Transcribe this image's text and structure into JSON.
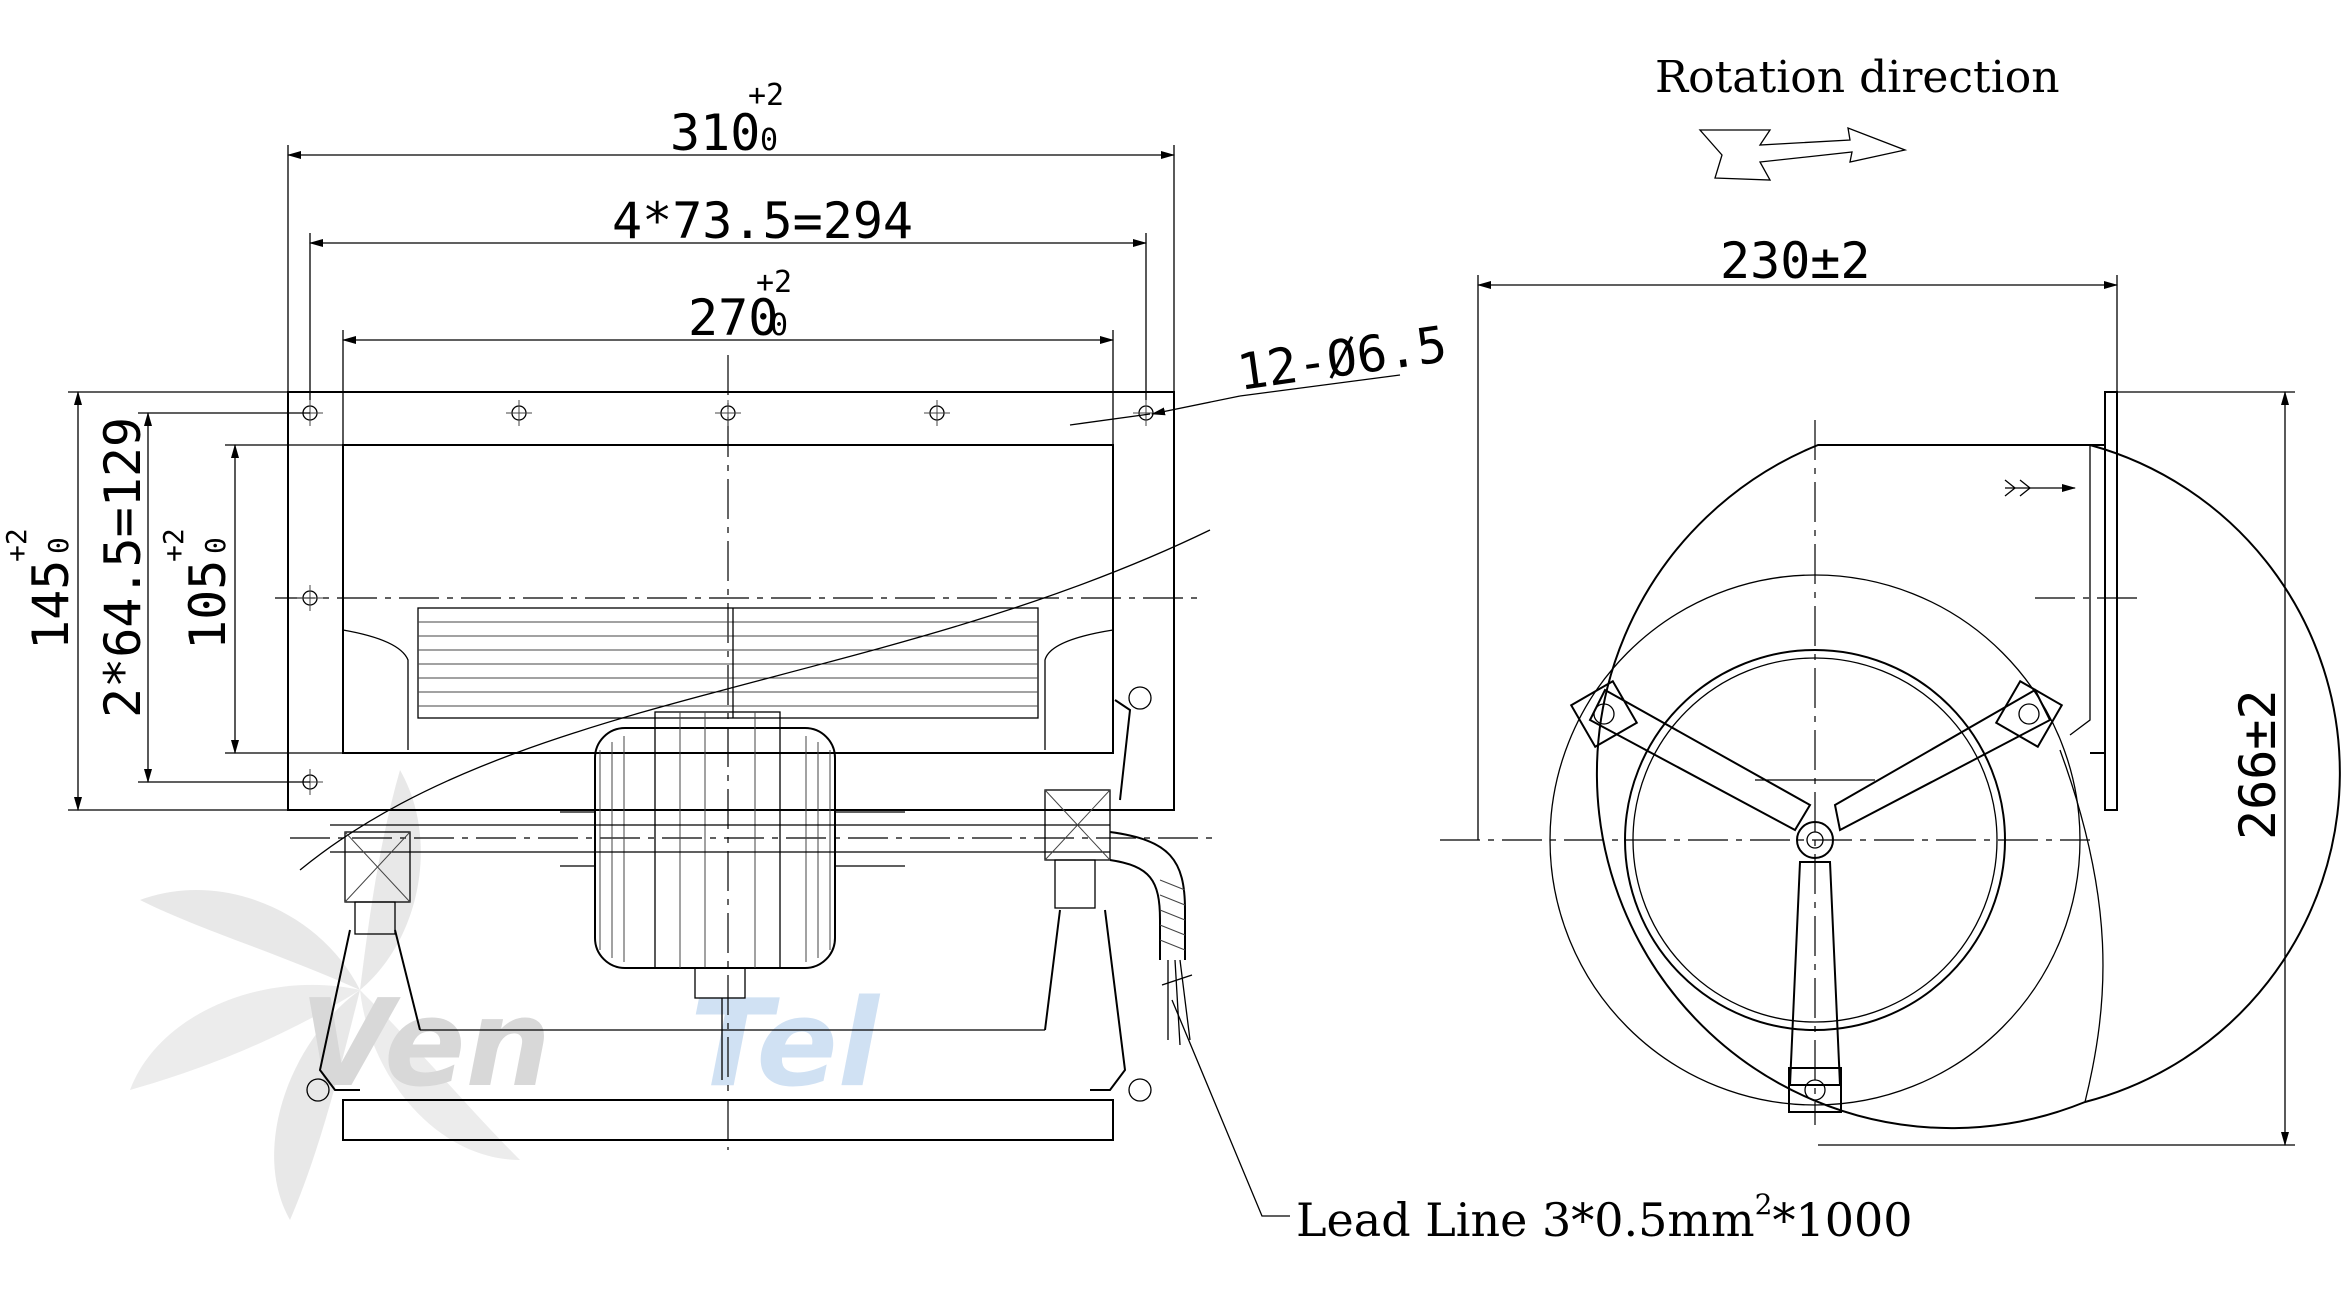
{
  "dimensions": {
    "overall_width": {
      "base": "310",
      "upper_tol": "+2",
      "lower_tol": "0"
    },
    "hole_spacing": {
      "text": "4*73.5=294"
    },
    "inlet_width": {
      "base": "270",
      "upper_tol": "+2",
      "lower_tol": "0"
    },
    "holes": {
      "text": "12-Ø6.5"
    },
    "flange_height": {
      "base": "145",
      "upper_tol": "+2",
      "lower_tol": "0"
    },
    "hole_vertical": {
      "text": "2*64.5=129"
    },
    "outlet_height": {
      "base": "105",
      "upper_tol": "+2",
      "lower_tol": "0"
    },
    "side_width": {
      "text": "230±2"
    },
    "side_height": {
      "text": "266±2"
    }
  },
  "labels": {
    "rotation_direction": "Rotation direction",
    "lead_line": {
      "prefix": "Lead Line 3*0.5mm",
      "superscript": "2",
      "suffix": "*1000"
    }
  },
  "watermark": {
    "text_dark": "Ven",
    "text_light": "Tel",
    "dark_color": "#b8b8b8",
    "light_color": "#aac8ea"
  }
}
